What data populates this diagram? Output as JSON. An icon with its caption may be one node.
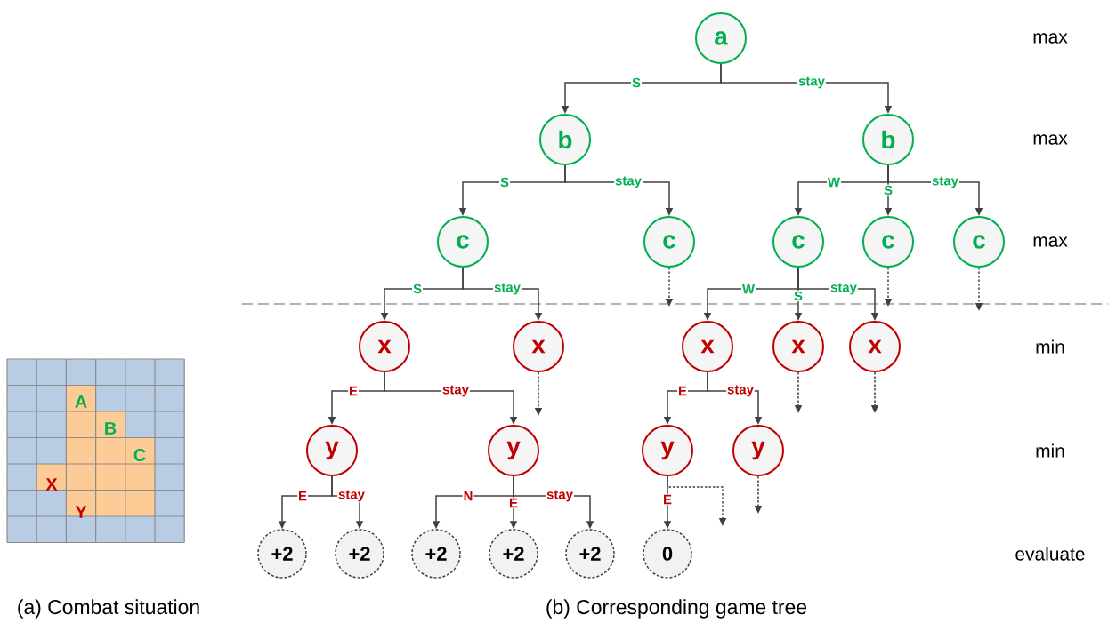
{
  "diagram": {
    "nodes": [
      {
        "text": [
          "a"
        ]
      },
      {
        "text": [
          "b"
        ]
      },
      {
        "text": [
          "b"
        ]
      },
      {
        "text": [
          "c"
        ]
      },
      {
        "text": [
          "c"
        ]
      },
      {
        "text": [
          "c"
        ]
      },
      {
        "text": [
          "c"
        ]
      },
      {
        "text": [
          "c"
        ]
      },
      {
        "text": [
          "x"
        ]
      },
      {
        "text": [
          "x"
        ]
      },
      {
        "text": [
          "x"
        ]
      },
      {
        "text": [
          "x"
        ]
      },
      {
        "text": [
          "x"
        ]
      },
      {
        "text": [
          "y"
        ]
      },
      {
        "text": [
          "y"
        ]
      },
      {
        "text": [
          "y"
        ]
      },
      {
        "text": [
          "y"
        ]
      },
      {
        "text": [
          "+2"
        ]
      },
      {
        "text": [
          "+2"
        ]
      },
      {
        "text": [
          "+2"
        ]
      },
      {
        "text": [
          "+2"
        ]
      },
      {
        "text": [
          "+2"
        ]
      },
      {
        "text": [
          "0"
        ]
      }
    ],
    "edges": [
      {
        "from": 0,
        "to": 1,
        "arrow": "to",
        "label": "S"
      },
      {
        "from": 0,
        "to": 2,
        "arrow": "to",
        "label": "stay"
      },
      {
        "from": 1,
        "to": 3,
        "arrow": "to",
        "label": "S"
      },
      {
        "from": 1,
        "to": 4,
        "arrow": "to",
        "label": "stay"
      },
      {
        "from": 2,
        "to": 5,
        "arrow": "to",
        "label": "W"
      },
      {
        "from": 2,
        "to": 6,
        "arrow": "to",
        "label": "S"
      },
      {
        "from": 2,
        "to": 7,
        "arrow": "to",
        "label": "stay"
      },
      {
        "from": 3,
        "to": 8,
        "arrow": "to",
        "label": "S"
      },
      {
        "from": 3,
        "to": 9,
        "arrow": "to",
        "label": "stay"
      },
      {
        "from": 4,
        "to": null,
        "arrow": "to",
        "style": "dashed"
      },
      {
        "from": 5,
        "to": 10,
        "arrow": "to",
        "label": "W"
      },
      {
        "from": 5,
        "to": 11,
        "arrow": "to",
        "label": "S"
      },
      {
        "from": 5,
        "to": 12,
        "arrow": "to",
        "label": "stay"
      },
      {
        "from": 6,
        "to": null,
        "arrow": "to",
        "style": "dashed"
      },
      {
        "from": 7,
        "to": null,
        "arrow": "to",
        "style": "dashed"
      },
      {
        "from": 8,
        "to": 13,
        "arrow": "to",
        "label": "E"
      },
      {
        "from": 8,
        "to": 14,
        "arrow": "to",
        "label": "stay"
      },
      {
        "from": 9,
        "to": null,
        "arrow": "to",
        "style": "dashed"
      },
      {
        "from": 10,
        "to": 15,
        "arrow": "to",
        "label": "E"
      },
      {
        "from": 10,
        "to": 16,
        "arrow": "to",
        "label": "stay"
      },
      {
        "from": 11,
        "to": null,
        "arrow": "to",
        "style": "dashed"
      },
      {
        "from": 12,
        "to": null,
        "arrow": "to",
        "style": "dashed"
      },
      {
        "from": 13,
        "to": 17,
        "arrow": "to",
        "label": "E"
      },
      {
        "from": 13,
        "to": 18,
        "arrow": "to",
        "label": "stay"
      },
      {
        "from": 14,
        "to": 19,
        "arrow": "to",
        "label": "N"
      },
      {
        "from": 14,
        "to": 20,
        "arrow": "to",
        "label": "E"
      },
      {
        "from": 14,
        "to": 21,
        "arrow": "to",
        "label": "stay"
      },
      {
        "from": 15,
        "to": 22,
        "arrow": "to",
        "label": "E"
      },
      {
        "from": 15,
        "to": null,
        "arrow": "to",
        "style": "dashed"
      },
      {
        "from": 16,
        "to": null,
        "arrow": "to",
        "style": "dashed"
      }
    ],
    "labels": [
      "max",
      "max",
      "max",
      "min",
      "A",
      "B",
      "C",
      "X",
      "min",
      "Y",
      "evaluate",
      "(a) Combat situation",
      "(b) Corresponding game tree"
    ]
  }
}
